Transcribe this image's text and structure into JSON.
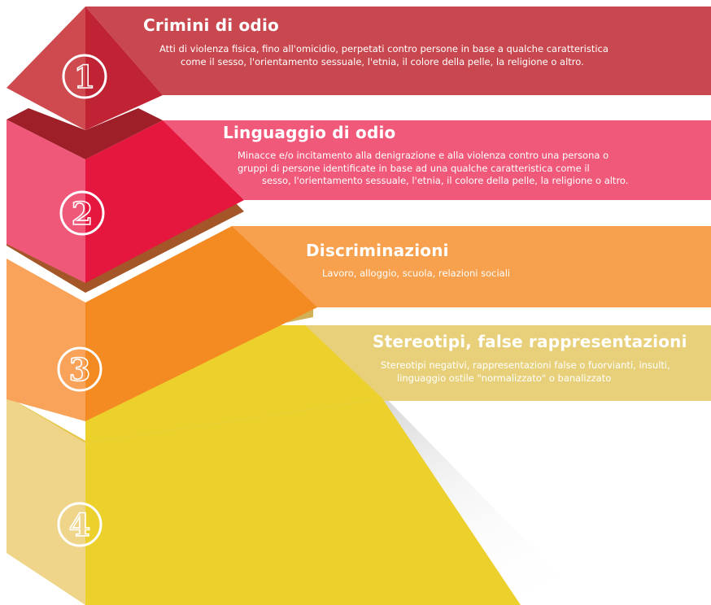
{
  "levels": [
    {
      "number": "1",
      "title": "Crimini di odio",
      "description_lines": [
        "Atti di violenza fisica, fino all'omicidio, perpetati contro persone in base a qualche caratteristica",
        "come il sesso, l'orientamento sessuale, l'etnia, il colore della pelle, la religione o altro."
      ]
    },
    {
      "number": "2",
      "title": "Linguaggio di odio",
      "description_lines": [
        "Minacce e/o incitamento alla denigrazione e alla violenza contro una persona o",
        "gruppi di persone identificate in base ad una qualche caratteristica come il",
        "sesso, l'orientamento sessuale, l'etnia, il colore della pelle, la religione o altro."
      ]
    },
    {
      "number": "3",
      "title": "Discriminazioni",
      "description_lines": [
        "Lavoro, alloggio, scuola, relazioni sociali"
      ]
    },
    {
      "number": "4",
      "title": "Stereotipi, false rappresentazioni",
      "description_lines": [
        "Stereotipi negativi, rappresentazioni false o fuorvianti, insulti,",
        "linguaggio ostile \"normalizzato\" o banalizzato"
      ]
    }
  ],
  "colors": {
    "level1": {
      "banner": "#c9484f",
      "left": "#cf4a4f",
      "right": "#bf2334",
      "top": "#cf4a4f",
      "ledge": "#9f1f28"
    },
    "level2": {
      "banner": "#f0597a",
      "left": "#f0587a",
      "right": "#e5173f",
      "ledge": "#a55628"
    },
    "level3": {
      "banner": "#f7a04d",
      "left": "#f9a25a",
      "right": "#f48a22",
      "ledge": "#d2b055"
    },
    "level4": {
      "banner": "#e8d07a",
      "left": "#efd58a",
      "right": "#ecd02c",
      "ledge": "#e6c74a"
    },
    "number_ring": "#ffffff",
    "text": "#ffffff"
  }
}
